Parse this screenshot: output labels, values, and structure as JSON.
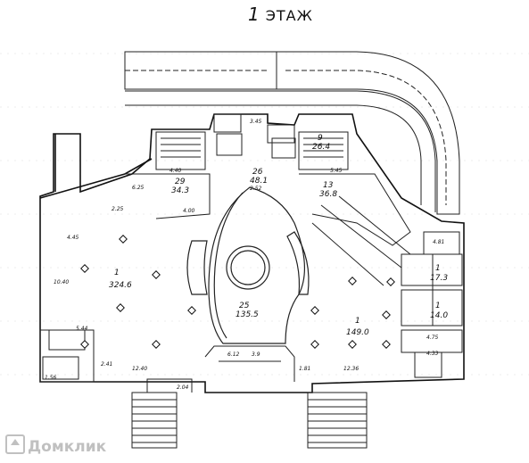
{
  "title": {
    "number": "1",
    "text": "ЭТАЖ"
  },
  "watermark": "Домклик",
  "rooms": [
    {
      "id": "room-1-left",
      "num": "1",
      "area": "324.6"
    },
    {
      "id": "room-1-right",
      "num": "1",
      "area": "149.0"
    },
    {
      "id": "room-25",
      "num": "25",
      "area": "135.5"
    },
    {
      "id": "room-9",
      "num": "9",
      "area": "26.4"
    },
    {
      "id": "room-26",
      "num": "26",
      "area": "48.1"
    },
    {
      "id": "room-13",
      "num": "13",
      "area": "36.8"
    },
    {
      "id": "room-29",
      "num": "29",
      "area": "34.3"
    },
    {
      "id": "room-r1",
      "num": "1",
      "area": "17.3"
    },
    {
      "id": "room-r2",
      "num": "1",
      "area": "14.0"
    }
  ],
  "dimensions": [
    "3.45",
    "4.40",
    "2.52",
    "5.45",
    "6.25",
    "2.25",
    "4.45",
    "4.00",
    "4.81",
    "10.40",
    "12.40",
    "12.36",
    "2.04",
    "6.12",
    "3.9",
    "1.81",
    "5.44",
    "2.41",
    "4.33",
    "4.75",
    "1.56"
  ]
}
